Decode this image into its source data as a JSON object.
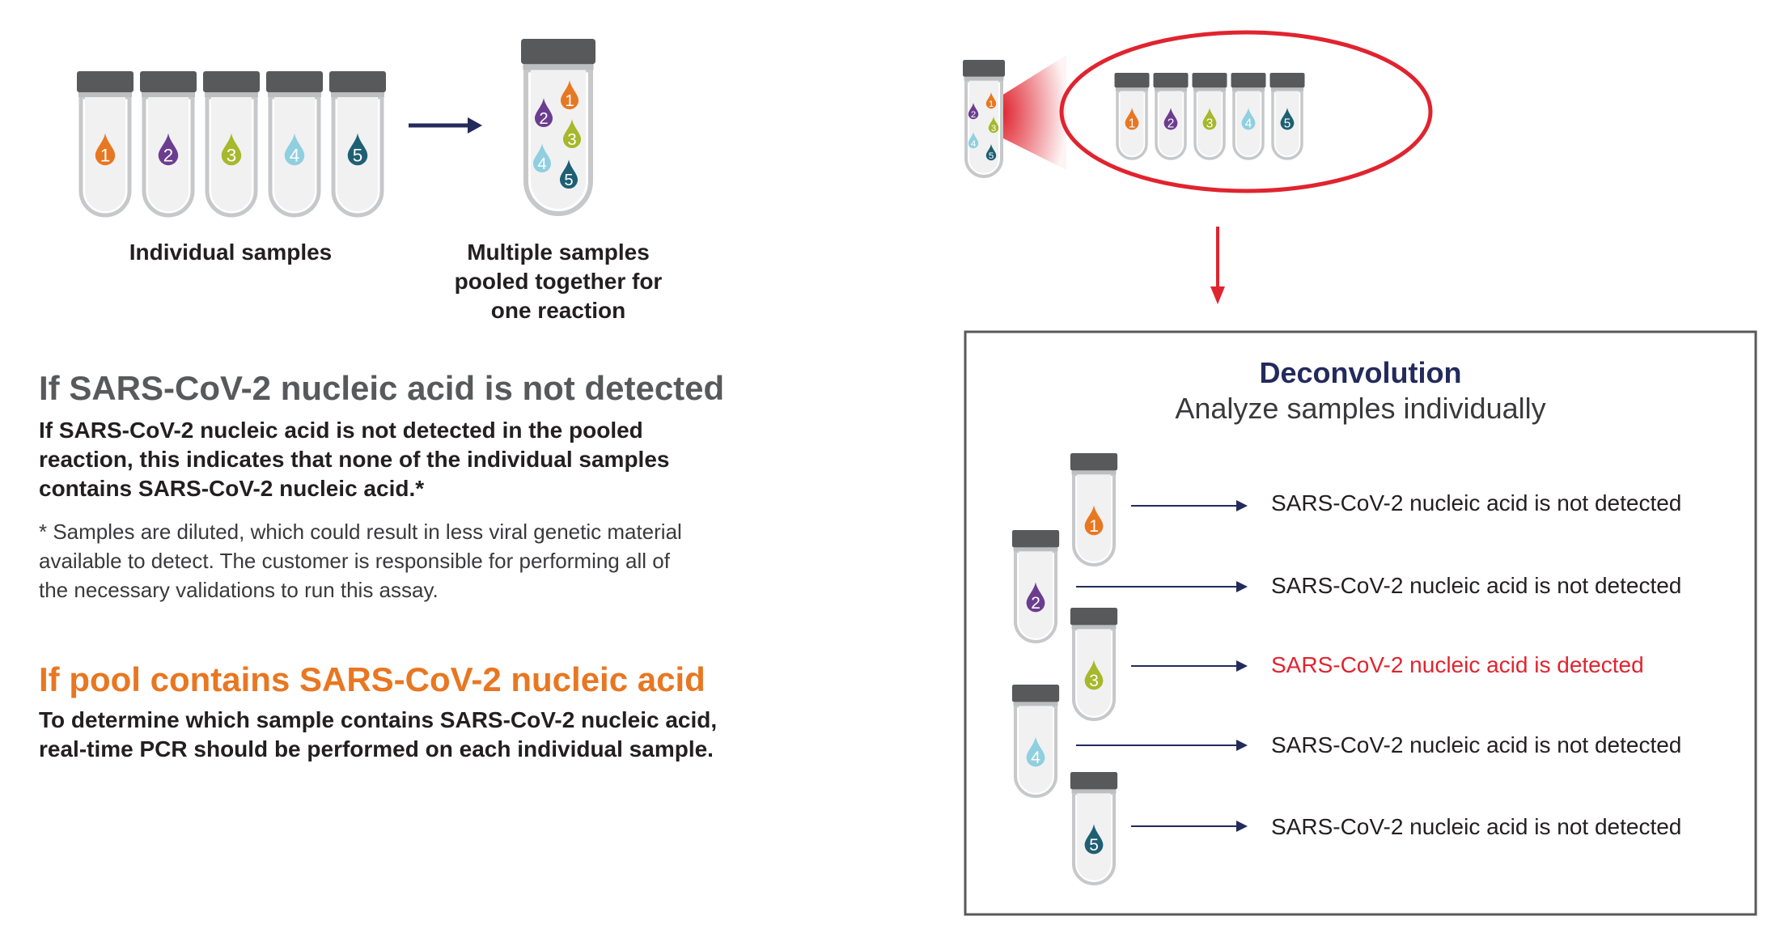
{
  "captions": {
    "individual": "Individual samples",
    "pooled": "Multiple samples pooled together for one reaction"
  },
  "not_detected": {
    "heading": "If SARS-CoV-2 nucleic acid is not detected",
    "body": "If SARS-CoV-2 nucleic acid is not detected in the pooled reaction, this indicates that none of the individual samples contains SARS-CoV-2 nucleic acid.*",
    "footnote": "* Samples are diluted, which could result in less viral genetic material available to detect. The customer is responsible for performing all of the necessary validations to run this assay."
  },
  "positive_pool": {
    "heading": "If pool contains SARS-CoV-2 nucleic acid",
    "body": "To determine which sample contains SARS-CoV-2 nucleic acid, real-time PCR should be performed on each individual sample."
  },
  "deconvolution": {
    "title": "Deconvolution",
    "subtitle": "Analyze samples individually",
    "results": [
      {
        "sample": "1",
        "text": "SARS-CoV-2 nucleic acid is not detected",
        "detected": false
      },
      {
        "sample": "2",
        "text": "SARS-CoV-2 nucleic acid is not detected",
        "detected": false
      },
      {
        "sample": "3",
        "text": "SARS-CoV-2 nucleic acid is detected",
        "detected": true
      },
      {
        "sample": "4",
        "text": "SARS-CoV-2 nucleic acid is not detected",
        "detected": false
      },
      {
        "sample": "5",
        "text": "SARS-CoV-2 nucleic acid is not detected",
        "detected": false
      }
    ]
  },
  "samples": [
    {
      "label": "1",
      "color": "#e87722"
    },
    {
      "label": "2",
      "color": "#6b3d8f"
    },
    {
      "label": "3",
      "color": "#a6b82b"
    },
    {
      "label": "4",
      "color": "#8fcfe0"
    },
    {
      "label": "5",
      "color": "#1f5f73"
    }
  ],
  "colors": {
    "cap": "#58595b",
    "tube_outline": "#c7c8ca",
    "navy_arrow": "#232a5c",
    "red": "#e0242f",
    "detected_text": "#e0242f",
    "box_border": "#58595b"
  }
}
